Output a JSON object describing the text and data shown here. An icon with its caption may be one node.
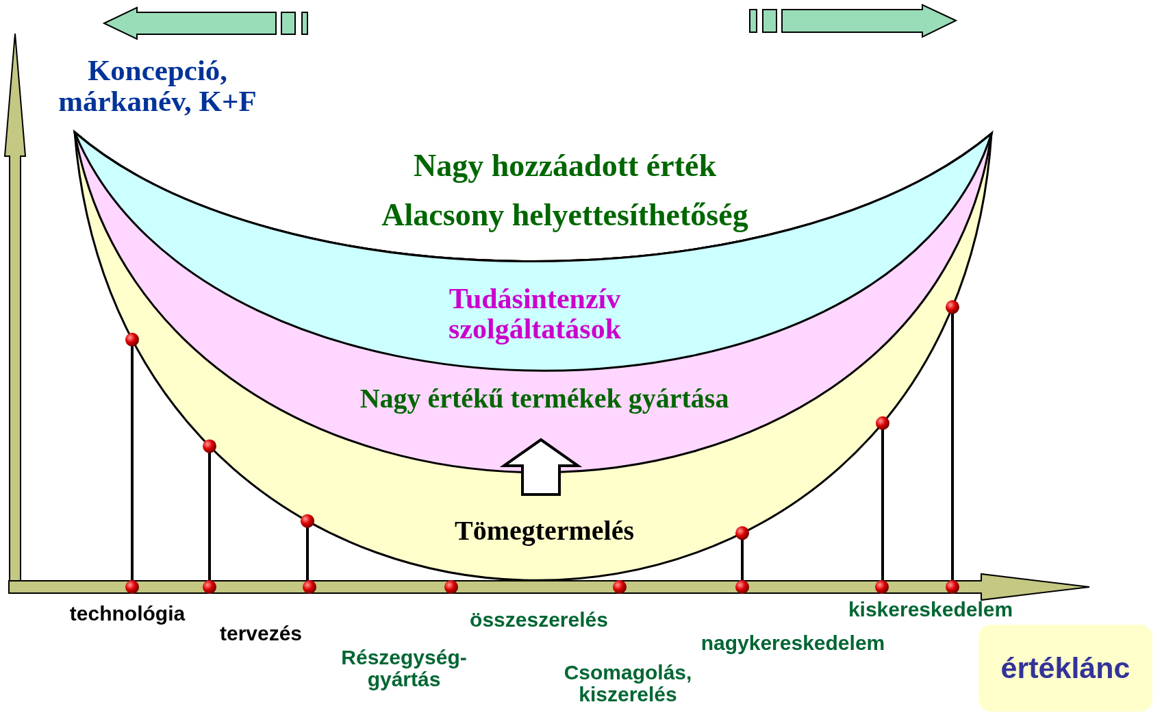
{
  "diagram": {
    "nodes": [
      {
        "text": [
          "értéklánc"
        ]
      }
    ],
    "labels": [
      "Koncepció, márkanév, K+F",
      "Nagy hozzáadott érték",
      "Alacsony helyettesíthetőség",
      "Tudásintenzív szolgáltatások",
      "Nagy értékű termékek gyártása",
      "Tömegtermelés",
      "technológia",
      "tervezés",
      "Részegység-gyártás",
      "összeszerelés",
      "Csomagolás, kiszerelés",
      "nagykereskedelem",
      "kiskereskedelem"
    ]
  }
}
